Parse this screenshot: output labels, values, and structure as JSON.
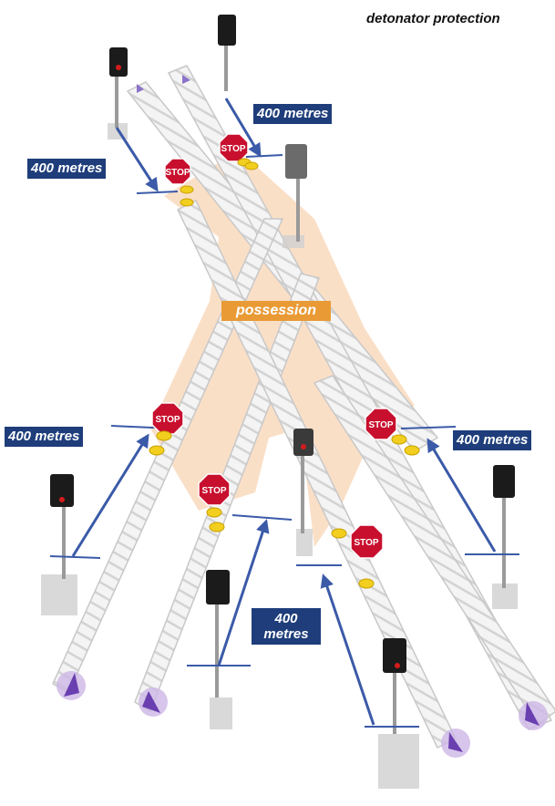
{
  "title": "detonator protection",
  "possession_label": "possession",
  "labels": {
    "top_left": "400 metres",
    "top_right": "400 metres",
    "mid_left": "400 metres",
    "mid_right": "400 metres",
    "bottom_center": "400 metres"
  },
  "stop_sign_text": "STOP",
  "colors": {
    "label_bg": "#1e3d7a",
    "label_text": "#ffffff",
    "possession_area": "#f9d9bd",
    "possession_label_bg": "#e99a35",
    "stop_sign": "#c8102e",
    "detonator": "#f2cf1f",
    "arrow": "#3b5aa8",
    "direction_marker": "#cdb6e6",
    "direction_arrow": "#6a3fb0",
    "track_rail": "#c8c8c8"
  },
  "icons": [
    "stop-sign-icon",
    "detonator-icon",
    "signal-icon",
    "direction-arrow-icon",
    "distance-arrow-icon"
  ]
}
